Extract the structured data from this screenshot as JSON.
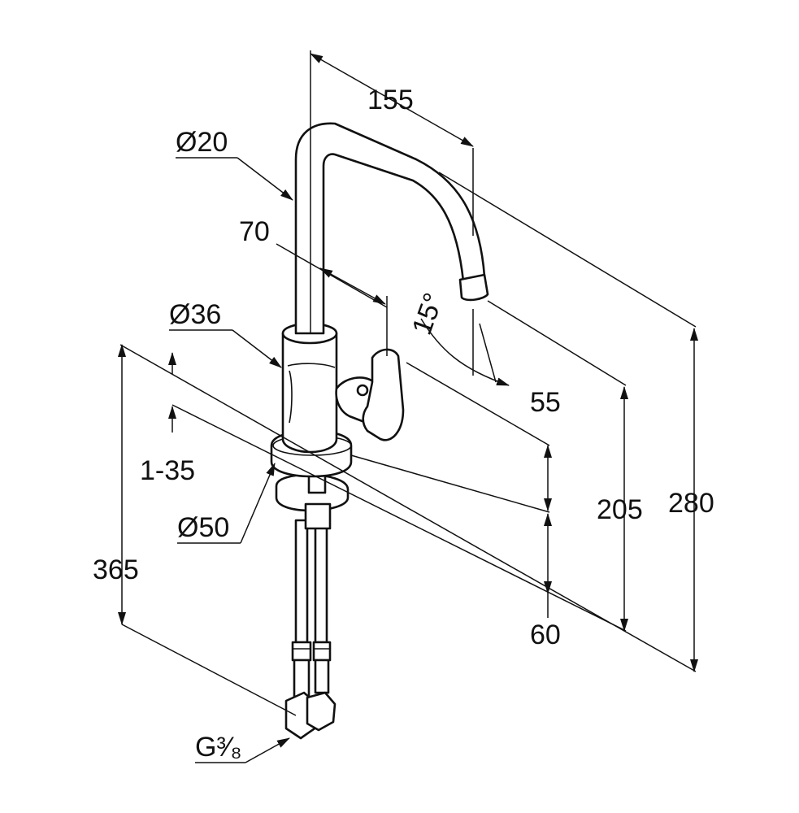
{
  "dimensions": {
    "spout_reach": "155",
    "spout_diameter": "Ø20",
    "lever_offset": "70",
    "body_diameter": "Ø36",
    "spout_angle": "15°",
    "lever_height": "55",
    "deck_thickness": "1-35",
    "base_diameter": "Ø50",
    "outlet_height": "205",
    "total_height": "280",
    "hose_length": "365",
    "base_height": "60",
    "connection_thread": "G³⁄₈"
  }
}
